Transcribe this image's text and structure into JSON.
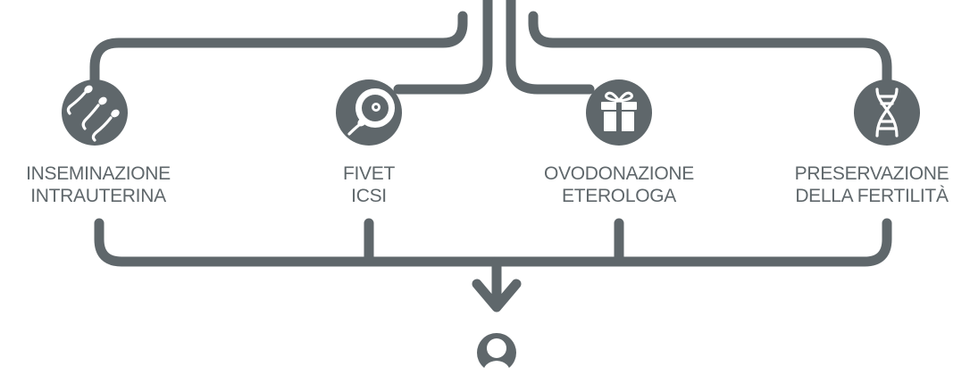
{
  "colors": {
    "line": "#5f676b",
    "text": "#5f676b",
    "icon_fill": "#ffffff"
  },
  "treatments": [
    {
      "id": "iui",
      "icon": "sperm-icon",
      "label_line1": "INSEMINAZIONE",
      "label_line2": "INTRAUTERINA"
    },
    {
      "id": "fivet",
      "icon": "egg-sperm-icon",
      "label_line1": "FIVET",
      "label_line2": "ICSI"
    },
    {
      "id": "ovodonazione",
      "icon": "gift-icon",
      "label_line1": "OVODONAZIONE",
      "label_line2": "ETEROLOGA"
    },
    {
      "id": "preservazione",
      "icon": "dna-icon",
      "label_line1": "PRESERVAZIONE",
      "label_line2": "DELLA FERTILITÀ"
    }
  ],
  "outcome": {
    "icon": "person-icon"
  }
}
